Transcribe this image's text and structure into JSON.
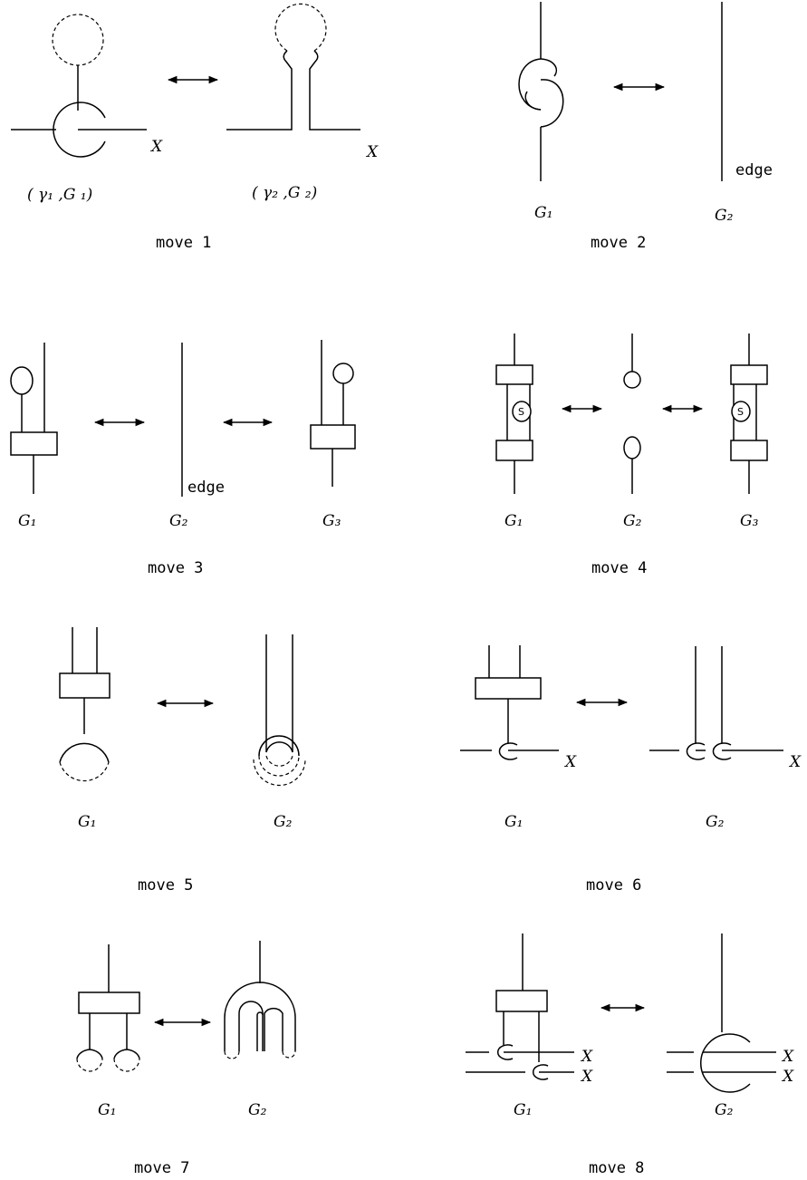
{
  "moves": {
    "m1": {
      "title": "move 1",
      "left_label": "( γ₁ ,G ₁)",
      "right_label": "( γ₂ ,G ₂)",
      "x_left": "X",
      "x_right": "X"
    },
    "m2": {
      "title": "move 2",
      "g1": "G₁",
      "g2": "G₂",
      "edge": "edge"
    },
    "m3": {
      "title": "move 3",
      "g1": "G₁",
      "g2": "G₂",
      "g3": "G₃",
      "edge": "edge"
    },
    "m4": {
      "title": "move 4",
      "g1": "G₁",
      "g2": "G₂",
      "g3": "G₃",
      "s": "S"
    },
    "m5": {
      "title": "move 5",
      "g1": "G₁",
      "g2": "G₂"
    },
    "m6": {
      "title": "move 6",
      "g1": "G₁",
      "g2": "G₂",
      "x_left": "X",
      "x_right": "X"
    },
    "m7": {
      "title": "move 7",
      "g1": "G₁",
      "g2": "G₂"
    },
    "m8": {
      "title": "move 8",
      "g1": "G₁",
      "g2": "G₂",
      "x": "X"
    }
  }
}
